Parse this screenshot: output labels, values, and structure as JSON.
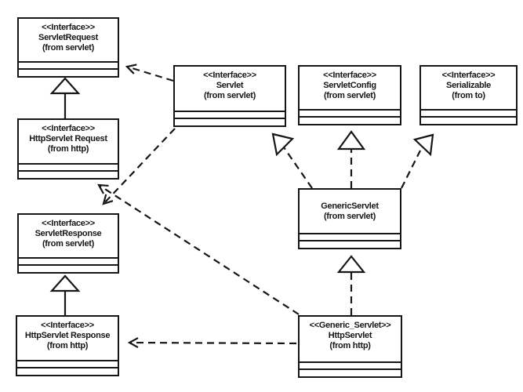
{
  "diagram": {
    "type": "uml-class-diagram",
    "classes": [
      {
        "stereotype": "<<Interface>>",
        "name": "ServletRequest",
        "package": "(from servlet)"
      },
      {
        "stereotype": "<<Interface>>",
        "name": "HttpServlet Request",
        "package": "(from http)"
      },
      {
        "stereotype": "<<Interface>>",
        "name": "ServletResponse",
        "package": "(from servlet)"
      },
      {
        "stereotype": "<<Interface>>",
        "name": "HttpServlet Response",
        "package": "(from http)"
      },
      {
        "stereotype": "<<Interface>>",
        "name": "Servlet",
        "package": "(from servlet)"
      },
      {
        "stereotype": "<<Interface>>",
        "name": "ServletConfig",
        "package": "(from servlet)"
      },
      {
        "stereotype": "<<Interface>>",
        "name": "Serializable",
        "package": "(from to)"
      },
      {
        "name": "GenericServlet",
        "package": "(from servlet)"
      },
      {
        "stereotype": "<<Generic_Servlet>>",
        "name": "HttpServlet",
        "package": "(from http)"
      }
    ],
    "relationships": [
      {
        "type": "generalization",
        "from": "HttpServlet Request",
        "to": "ServletRequest",
        "line": "solid",
        "head": "hollow-triangle"
      },
      {
        "type": "generalization",
        "from": "HttpServlet Response",
        "to": "ServletResponse",
        "line": "solid",
        "head": "hollow-triangle"
      },
      {
        "type": "dependency",
        "from": "Servlet",
        "to": "ServletRequest",
        "line": "dashed",
        "head": "open-arrow"
      },
      {
        "type": "dependency",
        "from": "Servlet",
        "to": "ServletResponse",
        "line": "dashed",
        "head": "open-arrow"
      },
      {
        "type": "dependency",
        "from": "HttpServlet",
        "to": "HttpServlet Request",
        "line": "dashed",
        "head": "open-arrow"
      },
      {
        "type": "dependency",
        "from": "HttpServlet",
        "to": "HttpServlet Response",
        "line": "dashed",
        "head": "open-arrow"
      },
      {
        "type": "realization",
        "from": "GenericServlet",
        "to": "Servlet",
        "line": "dashed",
        "head": "hollow-triangle"
      },
      {
        "type": "realization",
        "from": "GenericServlet",
        "to": "ServletConfig",
        "line": "dashed",
        "head": "hollow-triangle"
      },
      {
        "type": "realization",
        "from": "GenericServlet",
        "to": "Serializable",
        "line": "dashed",
        "head": "hollow-triangle"
      },
      {
        "type": "realization",
        "from": "HttpServlet",
        "to": "GenericServlet",
        "line": "dashed",
        "head": "hollow-triangle"
      }
    ],
    "colors": {
      "line": "#161616",
      "background": "#ffffff"
    }
  }
}
